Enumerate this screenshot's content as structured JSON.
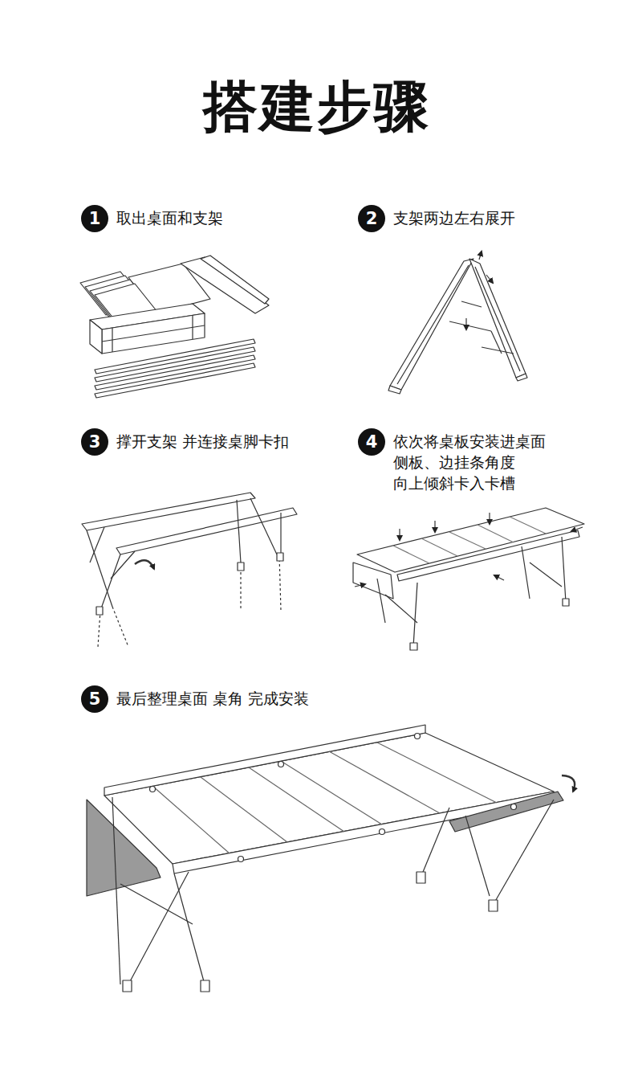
{
  "diagram": {
    "title": "搭建步骤",
    "nodes": [
      {
        "text": [
          "1",
          "取出桌面和支架"
        ]
      },
      {
        "text": [
          "2",
          "支架两边左右展开"
        ]
      },
      {
        "text": [
          "3",
          "撑开支架 并连接桌脚卡扣"
        ]
      },
      {
        "text": [
          "4",
          "依次将桌板安装进桌面 侧板、边挂条角度 向上倾斜卡入卡槽"
        ]
      },
      {
        "text": [
          "5",
          "最后整理桌面 桌角 完成安装"
        ]
      }
    ]
  }
}
